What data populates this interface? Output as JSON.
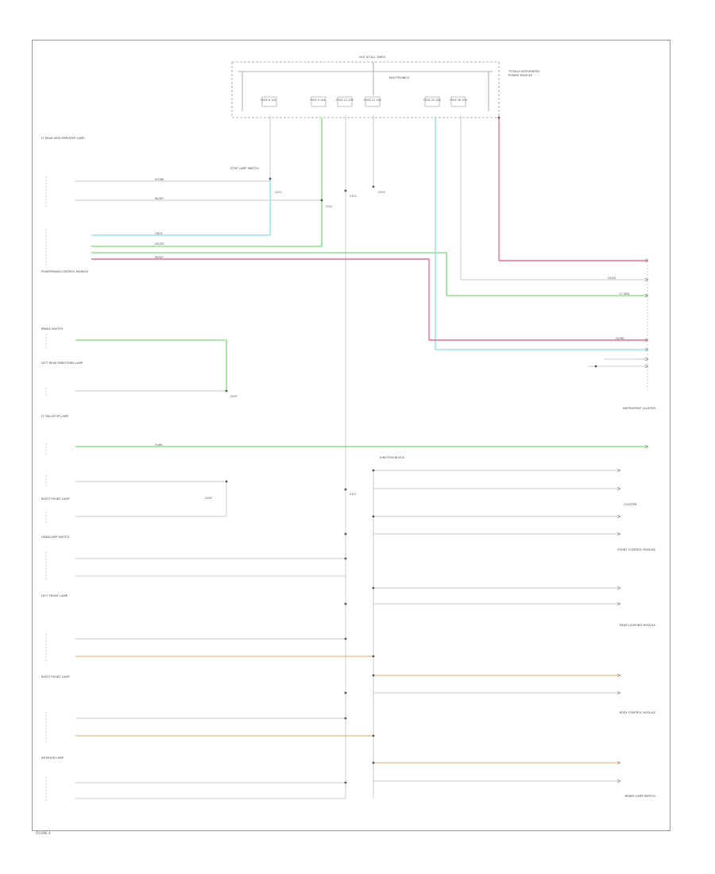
{
  "diagram": {
    "fuse_block": {
      "heading": "HOT AT ALL TIMES",
      "module": "ELECTRONICS",
      "fuse_labels": [
        "FUSE 8 10A",
        "FUSE 9 10A",
        "FUSE 21 10A",
        "FUSE 22 10A",
        "FUSE 35 10A",
        "FUSE 36 10A"
      ],
      "right_note": "TOTALLY INTEGRATED POWER MODULE"
    },
    "wire_colors": {
      "green": "#7ad97a",
      "cyan": "#7ee0ee",
      "pink": "#f06b86",
      "orange": "#f2b98a",
      "gray": "#b5b5b5"
    },
    "left_components": [
      "LT REAR SIDE REPEATER LAMP",
      "STOP LAMP SWITCH",
      "POWERTRAIN CONTROL MODULE",
      "BRAKE SWITCH",
      "LEFT REAR PARK/TURN LAMP",
      "LT TAIL/STOP LAMP",
      "RIGHT FRONT LAMP",
      "HEADLAMP SWITCH",
      "LEFT FRONT LAMP",
      "RIGHT FRONT LAMP",
      "INTERIOR LAMP"
    ],
    "right_components": [
      "INSTRUMENT CLUSTER",
      "JUNCTION BLOCK",
      "CLUSTER",
      "FRONT CONTROL MODULE",
      "REAR LIGHTING MODULE",
      "BODY CONTROL MODULE",
      "BRAKE LAMP SWITCH"
    ],
    "splice_labels": [
      "S101",
      "S102",
      "S103",
      "S104",
      "S105",
      "S106",
      "S107"
    ],
    "wire_tags": [
      "DB/YL",
      "DG/WT",
      "LT GRN",
      "PK/WT",
      "GY/LB",
      "WT/BK",
      "BK/WT",
      "YL/BK",
      "GY/RD"
    ],
    "page_id": "FIGURE 4"
  }
}
